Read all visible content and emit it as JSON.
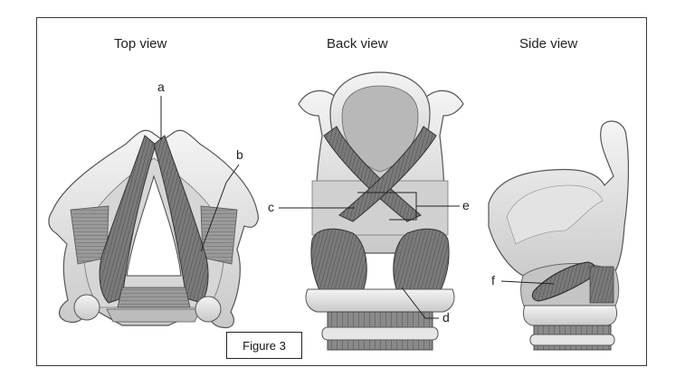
{
  "views": {
    "top": "Top view",
    "back": "Back view",
    "side": "Side view"
  },
  "labels": {
    "a": "a",
    "b": "b",
    "c": "c",
    "d": "d",
    "e": "e",
    "f": "f"
  },
  "caption": "Figure 3"
}
